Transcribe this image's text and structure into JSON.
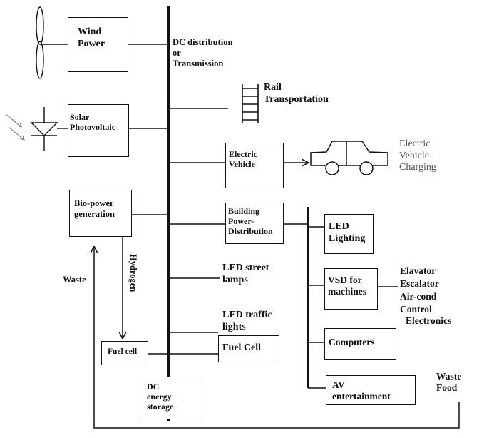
{
  "labels": {
    "wind_power": "Wind\nPower",
    "dc_distribution": "DC distribution\nor\nTransmission",
    "rail": "Rail\nTransportation",
    "solar": "Solar\nPhotovoltaic",
    "electric_vehicle": "Electric\nVehicle",
    "ev_charging": "Electric\nVehicle\nCharging",
    "bio_power": "Bio-power\ngeneration",
    "building": "Building\nPower-\nDistribution",
    "led_lighting": "LED\nLighting",
    "hydrogen": "Hydrogen",
    "waste": "Waste",
    "led_street": "LED street\nlamps",
    "vsd": "VSD for\nmachines",
    "elevator": "Elavator",
    "escalator": "Escalator",
    "aircond": "Air-cond",
    "control": "Control",
    "electronics": "Electronics",
    "led_traffic": "LED traffic\nlights",
    "fuel_cell_small": "Fuel cell",
    "fuel_cell_big": "Fuel Cell",
    "computers": "Computers",
    "dc_storage": "DC\nenergy\nstorage",
    "av": "AV\nentertainment",
    "waste_food": "Waste\nFood"
  }
}
